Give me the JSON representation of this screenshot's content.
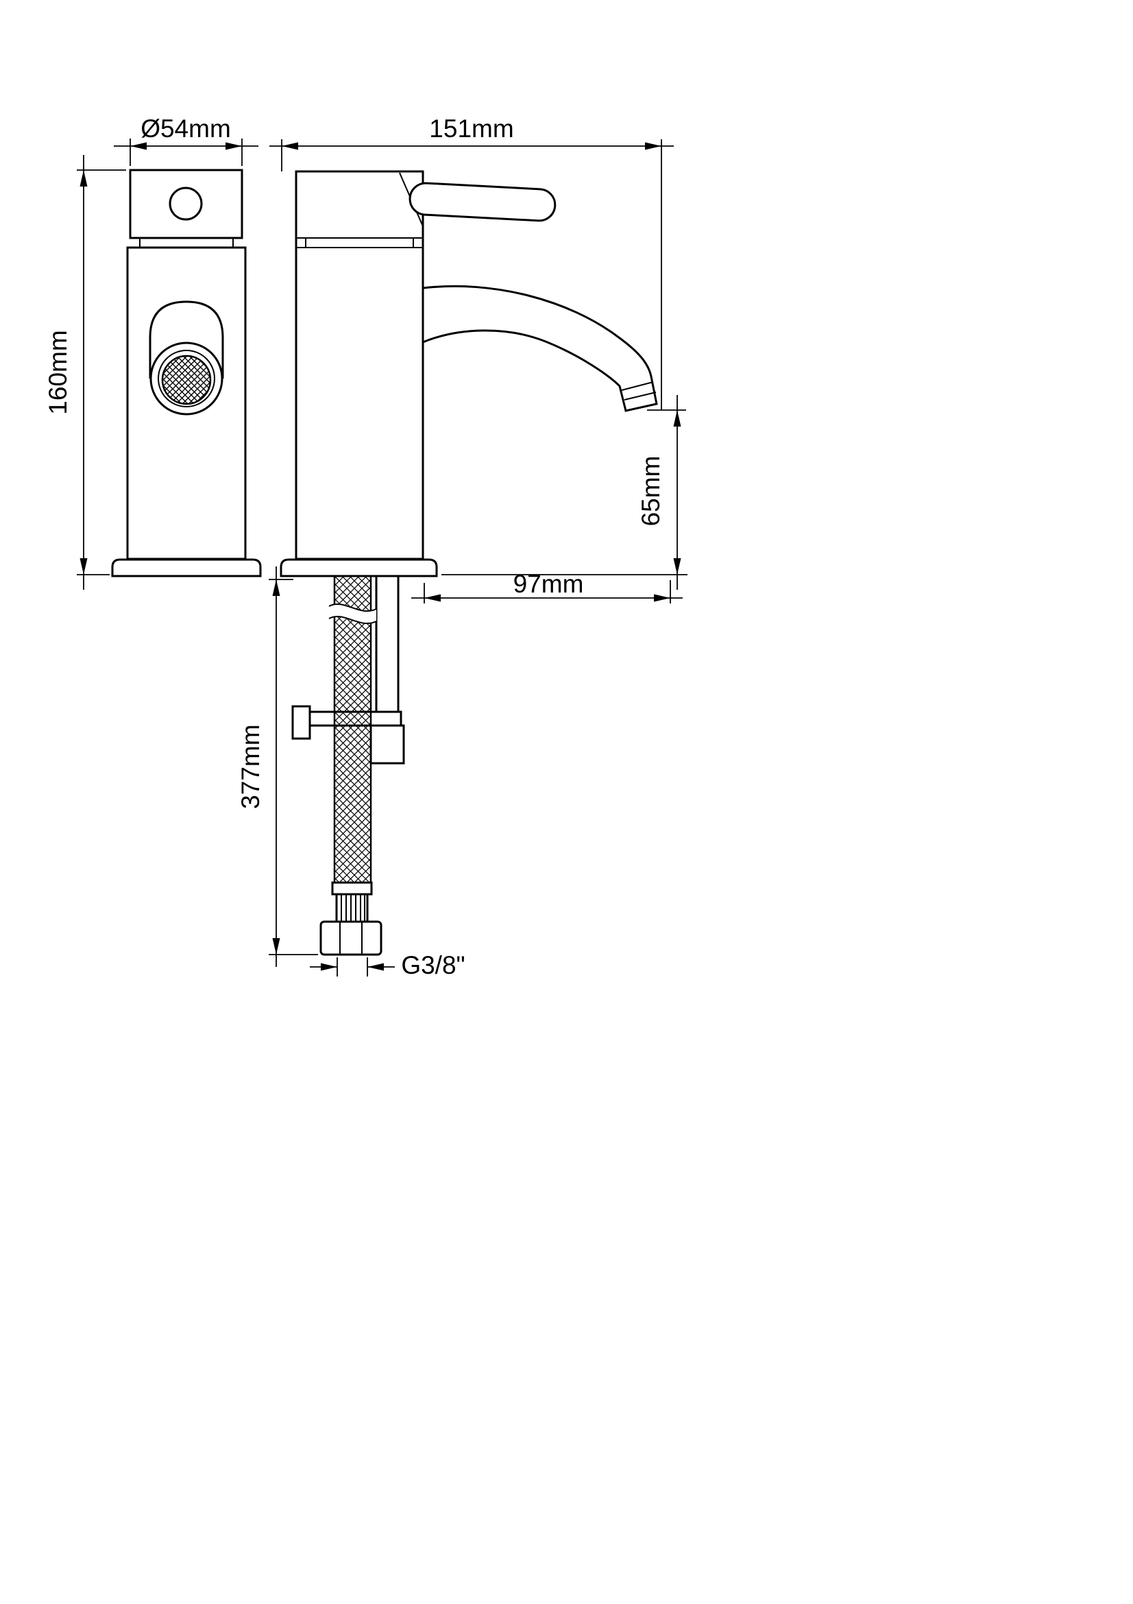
{
  "page": {
    "background": "#ffffff",
    "line_color": "#000000"
  },
  "drawing": {
    "type": "technical-dimension-drawing",
    "subject": "single-lever basin mixer tap, front and side views",
    "dimensions": {
      "diameter": "Ø54mm",
      "overall_width": "151mm",
      "body_height": "160mm",
      "spout_clearance": "65mm",
      "spout_reach": "97mm",
      "hose_length": "377mm",
      "connection_thread": "G3/8\""
    }
  }
}
